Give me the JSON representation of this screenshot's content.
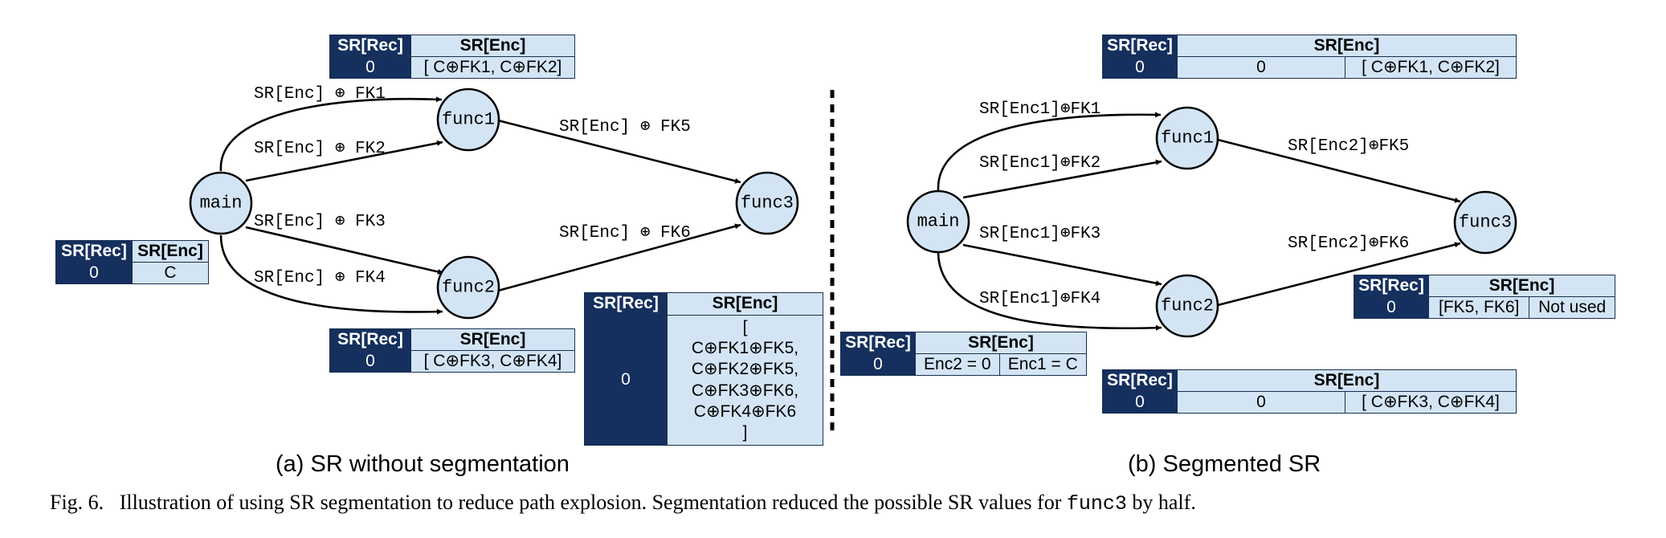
{
  "panel_a": {
    "nodes": {
      "main": "main",
      "func1": "func1",
      "func2": "func2",
      "func3": "func3"
    },
    "edges": {
      "main_func1_top": "SR[Enc] ⊕ FK1",
      "main_func1": "SR[Enc] ⊕ FK2",
      "main_func2": "SR[Enc] ⊕ FK3",
      "main_func2_bottom": "SR[Enc] ⊕ FK4",
      "func1_func3": "SR[Enc] ⊕ FK5",
      "func2_func3": "SR[Enc] ⊕ FK6"
    },
    "tables": {
      "main": {
        "h_rec": "SR[Rec]",
        "h_enc": "SR[Enc]",
        "rec": "0",
        "enc": "C"
      },
      "func1": {
        "h_rec": "SR[Rec]",
        "h_enc": "SR[Enc]",
        "rec": "0",
        "enc": "[ C⊕FK1, C⊕FK2]"
      },
      "func2": {
        "h_rec": "SR[Rec]",
        "h_enc": "SR[Enc]",
        "rec": "0",
        "enc": "[ C⊕FK3, C⊕FK4]"
      },
      "func3": {
        "h_rec": "SR[Rec]",
        "h_enc": "SR[Enc]",
        "rec": "0",
        "enc_lines": [
          "[",
          "C⊕FK1⊕FK5,",
          "C⊕FK2⊕FK5,",
          "C⊕FK3⊕FK6,",
          "C⊕FK4⊕FK6",
          "]"
        ]
      }
    },
    "caption": "(a) SR without segmentation"
  },
  "panel_b": {
    "nodes": {
      "main": "main",
      "func1": "func1",
      "func2": "func2",
      "func3": "func3"
    },
    "edges": {
      "main_func1_top": "SR[Enc1]⊕FK1",
      "main_func1": "SR[Enc1]⊕FK2",
      "main_func2": "SR[Enc1]⊕FK3",
      "main_func2_bottom": "SR[Enc1]⊕FK4",
      "func1_func3": "SR[Enc2]⊕FK5",
      "func2_func3": "SR[Enc2]⊕FK6"
    },
    "tables": {
      "main": {
        "h_rec": "SR[Rec]",
        "h_enc": "SR[Enc]",
        "rec": "0",
        "enc1": "Enc2 = 0",
        "enc2": "Enc1 = C"
      },
      "func1": {
        "h_rec": "SR[Rec]",
        "h_enc": "SR[Enc]",
        "rec": "0",
        "enc1": "0",
        "enc2": "[ C⊕FK1, C⊕FK2]"
      },
      "func2": {
        "h_rec": "SR[Rec]",
        "h_enc": "SR[Enc]",
        "rec": "0",
        "enc1": "0",
        "enc2": "[ C⊕FK3, C⊕FK4]"
      },
      "func3": {
        "h_rec": "SR[Rec]",
        "h_enc": "SR[Enc]",
        "rec": "0",
        "enc1": "[FK5, FK6]",
        "enc2": "Not used"
      }
    },
    "caption": "(b) Segmented SR"
  },
  "figure_caption": {
    "prefix": "Fig. 6.",
    "text_before": "Illustration of using SR segmentation to reduce path explosion. Segmentation reduced the possible SR values for",
    "code": "func3",
    "text_after": "by half."
  }
}
